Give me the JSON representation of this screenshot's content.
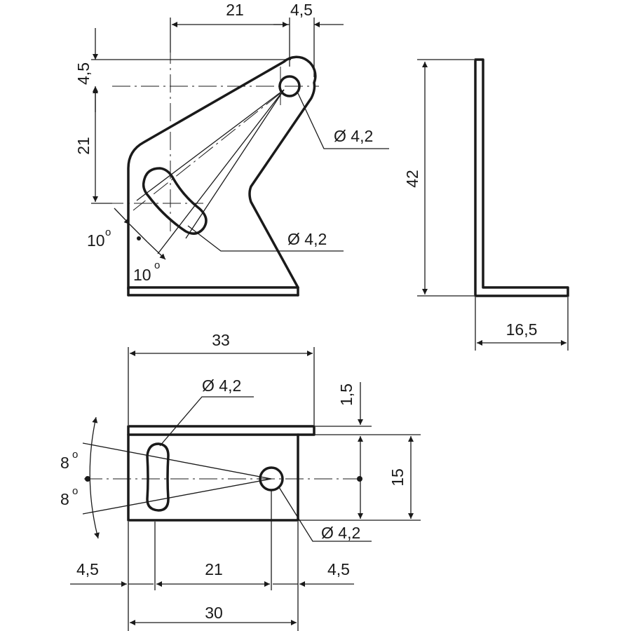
{
  "drawing": {
    "side_view": {
      "dim_top_width": "21",
      "dim_top_right": "4,5",
      "dim_left_top": "4,5",
      "dim_left_height": "21",
      "hole_diameter": "Ø 4,2",
      "slot_diameter": "Ø 4,2",
      "angle_upper": "10",
      "angle_lower": "10",
      "degree_mark": "o"
    },
    "profile_view": {
      "dim_height": "42",
      "dim_width": "16,5"
    },
    "bottom_view": {
      "dim_total_width": "33",
      "slot_diameter": "Ø 4,2",
      "dim_flange": "1,5",
      "dim_depth": "15",
      "hole_diameter": "Ø 4,2",
      "angle_upper": "8",
      "angle_lower": "8",
      "degree_mark": "o",
      "dim_left_offset": "4,5",
      "dim_hole_spacing": "21",
      "dim_right_offset": "4,5",
      "dim_base_width": "30"
    }
  }
}
